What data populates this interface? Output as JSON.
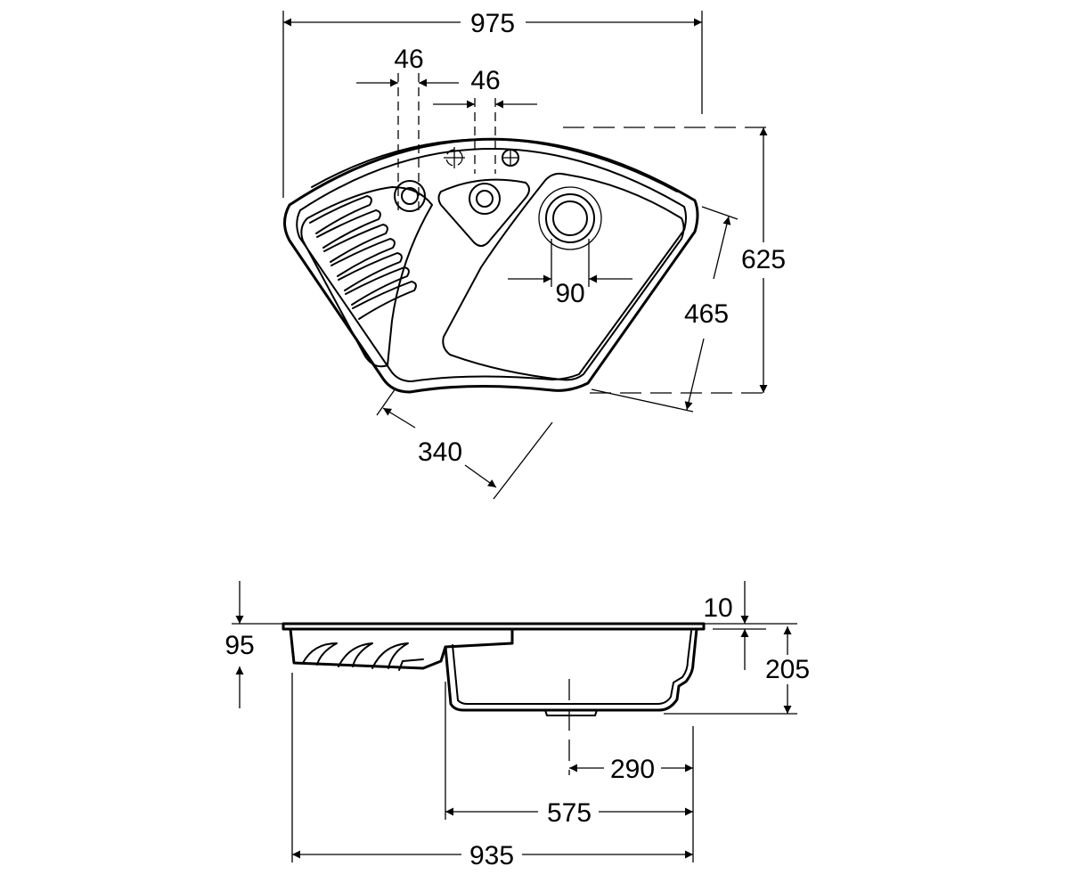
{
  "plan_view": {
    "dimensions": {
      "overall_width": "975",
      "depth": "625",
      "front_edge": "465",
      "side_edge": "340",
      "tap_hole_spacing_1": "46",
      "tap_hole_spacing_2": "46",
      "waste_diameter": "90"
    }
  },
  "section_view": {
    "dimensions": {
      "drainer_depth": "95",
      "rim_thickness": "10",
      "bowl_depth": "205",
      "waste_offset": "290",
      "bowl_width": "575",
      "overall_length": "935"
    }
  }
}
